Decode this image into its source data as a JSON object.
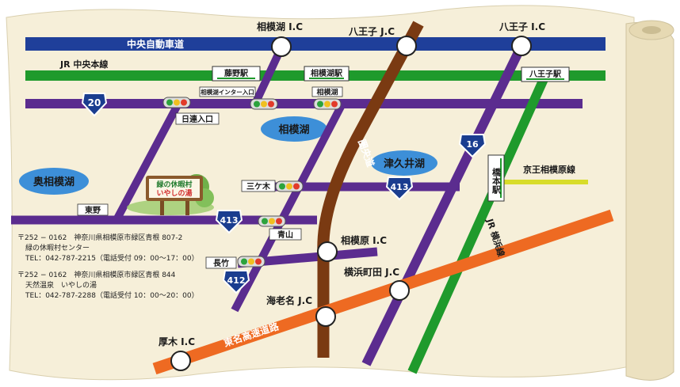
{
  "roads": {
    "chuo_expressway": "中央自動車道",
    "jr_chuo_line": "JR 中央本線",
    "ken_o_do": "圏央道",
    "tomei": "東名高速道路",
    "jr_yokohama_line": "JR 横浜線",
    "keio_line": "京王相模原線"
  },
  "interchanges": {
    "sagamiko_ic": "相模湖 I.C",
    "hachioji_jc": "八王子 J.C",
    "hachioji_ic": "八王子 I.C",
    "sagamihara_ic": "相模原 I.C",
    "yokohama_machida_jc": "横浜町田 J.C",
    "ebina_jc": "海老名 J.C",
    "atsugi_ic": "厚木 I.C"
  },
  "stations": {
    "fujino": "藤野駅",
    "sagamiko": "相模湖駅",
    "hachioji": "八王子駅",
    "hashimoto": "橋本駅"
  },
  "lakes": {
    "sagamiko": "相模湖",
    "tsukui": "津久井湖",
    "oku_sagami": "奥相模湖"
  },
  "routes": {
    "r20": "20",
    "r413_east": "413",
    "r413_west": "413",
    "r16": "16",
    "r412": "412"
  },
  "intersections": {
    "sagamiko_inter": "相模湖インター入口",
    "sagamiko_signal": "相模湖",
    "hikawa": "日連入口",
    "mikagi": "三ケ木",
    "higashino": "東野",
    "aoyama": "青山",
    "nagatake": "長竹"
  },
  "facility_sign": {
    "line1": "緑の休暇村",
    "line2": "いやしの湯"
  },
  "info": {
    "addr1": "〒252 − 0162　神奈川県相模原市緑区青根 807-2",
    "name1": "緑の休暇村センター",
    "tel1": "TEL：042-787-2215（電話受付 09：00〜17：00）",
    "addr2": "〒252 − 0162　神奈川県相模原市緑区青根 844",
    "name2": "天然温泉　いやしの湯",
    "tel2": "TEL：042-787-2288（電話受付 10：00〜20：00）"
  },
  "colors": {
    "parchment": "#f6efd9",
    "chuo_expressway": "#1f3f9a",
    "jr": "#1f9a2c",
    "national_road": "#5b2c8f",
    "ken_o_do": "#7a3a12",
    "tomei": "#ee6a22",
    "keio": "#d8dc2a",
    "lake": "#3d8fd8"
  }
}
